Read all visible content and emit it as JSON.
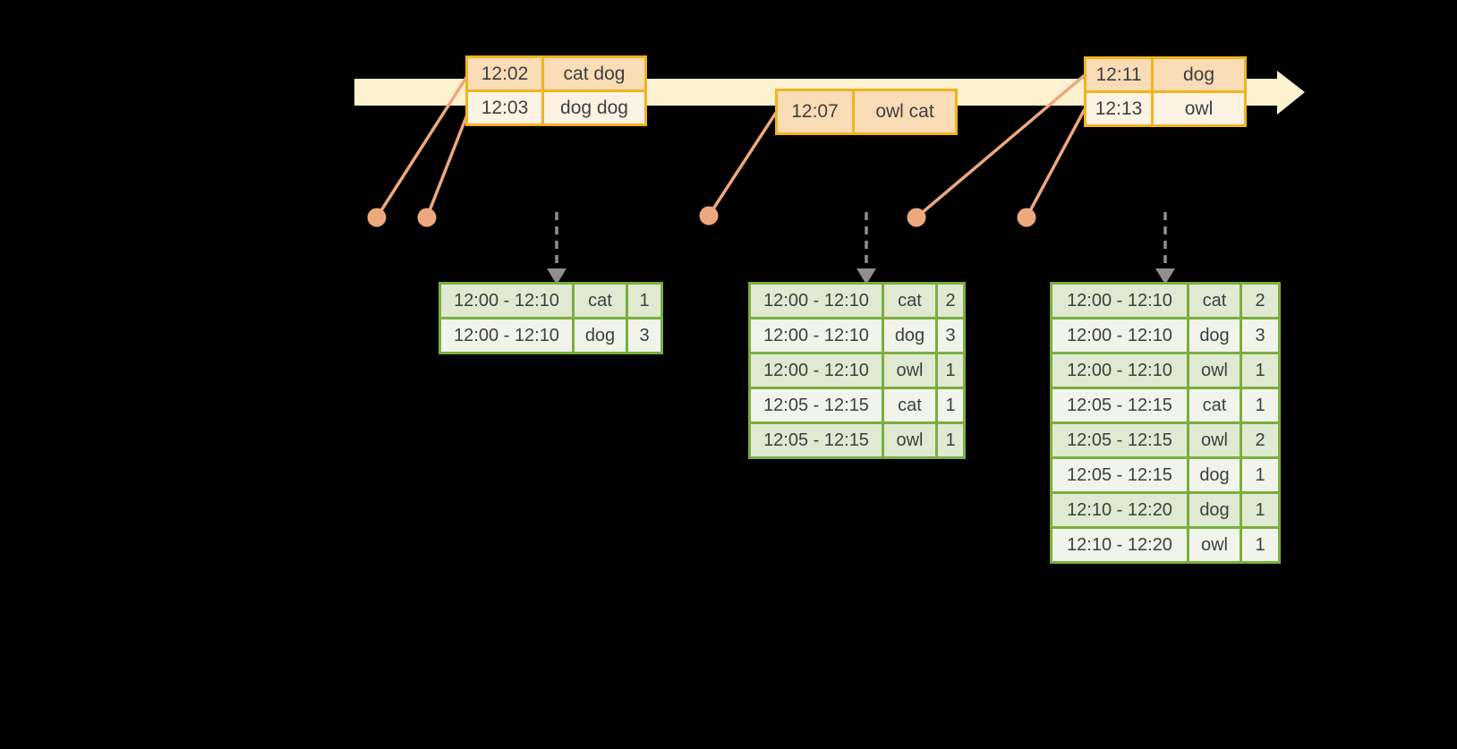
{
  "colors": {
    "background": "#000000",
    "timeline_band": "#fdf2cf",
    "event_table_border": "#f0b41e",
    "event_row_fill_primary": "#fadcb6",
    "event_row_fill_secondary": "#fdf3e4",
    "connector": "#eda87d",
    "trigger_arrow": "#8f8f8f",
    "result_table_border": "#7aae40",
    "result_row_fill_odd": "#e0e9d2",
    "result_row_fill_even": "#f0f4ea",
    "text": "#3f3f3f"
  },
  "event_tables": [
    {
      "rows": [
        [
          "12:02",
          "cat dog"
        ],
        [
          "12:03",
          "dog dog"
        ]
      ]
    },
    {
      "rows": [
        [
          "12:07",
          "owl cat"
        ]
      ]
    },
    {
      "rows": [
        [
          "12:11",
          "dog"
        ],
        [
          "12:13",
          "owl"
        ]
      ]
    }
  ],
  "result_tables": [
    {
      "rows": [
        [
          "12:00 - 12:10",
          "cat",
          "1"
        ],
        [
          "12:00 - 12:10",
          "dog",
          "3"
        ]
      ]
    },
    {
      "rows": [
        [
          "12:00 - 12:10",
          "cat",
          "2"
        ],
        [
          "12:00 - 12:10",
          "dog",
          "3"
        ],
        [
          "12:00 - 12:10",
          "owl",
          "1"
        ],
        [
          "12:05 - 12:15",
          "cat",
          "1"
        ],
        [
          "12:05 - 12:15",
          "owl",
          "1"
        ]
      ]
    },
    {
      "rows": [
        [
          "12:00 - 12:10",
          "cat",
          "2"
        ],
        [
          "12:00 - 12:10",
          "dog",
          "3"
        ],
        [
          "12:00 - 12:10",
          "owl",
          "1"
        ],
        [
          "12:05 - 12:15",
          "cat",
          "1"
        ],
        [
          "12:05 - 12:15",
          "owl",
          "2"
        ],
        [
          "12:05 - 12:15",
          "dog",
          "1"
        ],
        [
          "12:10 - 12:20",
          "dog",
          "1"
        ],
        [
          "12:10 - 12:20",
          "owl",
          "1"
        ]
      ]
    }
  ]
}
